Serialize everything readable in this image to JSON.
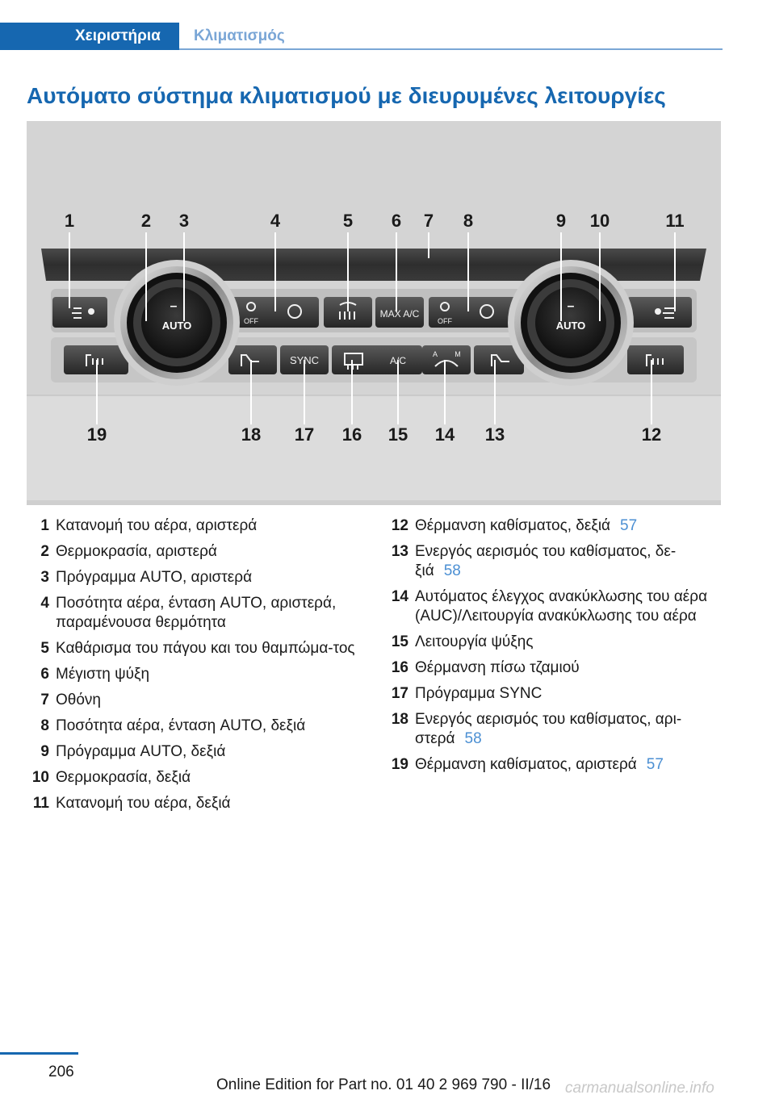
{
  "header": {
    "tab_active": "Χειριστήρια",
    "tab_inactive": "Κλιματισμός"
  },
  "title": "Αυτόματο σύστημα κλιματισμού με διευρυμένες λειτουργίες",
  "figure": {
    "callouts_top": [
      "1",
      "2",
      "3",
      "4",
      "5",
      "6",
      "7",
      "8",
      "9",
      "10",
      "11"
    ],
    "callouts_bottom": [
      "19",
      "18",
      "17",
      "16",
      "15",
      "14",
      "13",
      "12"
    ],
    "labels": {
      "auto_left": "AUTO",
      "auto_right": "AUTO",
      "off_left": "OFF",
      "off_right": "OFF",
      "max_ac": "MAX A/C",
      "sync": "SYNC",
      "ac": "A/C",
      "a_left": "A",
      "m_right": "M",
      "minus_left": "–",
      "minus_right": "–"
    }
  },
  "legend_left": [
    {
      "num": "1",
      "text": "Κατανομή του αέρα, αριστερά",
      "ref": ""
    },
    {
      "num": "2",
      "text": "Θερμοκρασία, αριστερά",
      "ref": ""
    },
    {
      "num": "3",
      "text": "Πρόγραμμα AUTO, αριστερά",
      "ref": ""
    },
    {
      "num": "4",
      "text": "Ποσότητα αέρα, ένταση AUTO, αριστερά, παραμένουσα θερμότητα",
      "ref": ""
    },
    {
      "num": "5",
      "text": "Καθάρισμα του πάγου και του θαμπώμα‐τος",
      "ref": ""
    },
    {
      "num": "6",
      "text": "Μέγιστη ψύξη",
      "ref": ""
    },
    {
      "num": "7",
      "text": "Οθόνη",
      "ref": ""
    },
    {
      "num": "8",
      "text": "Ποσότητα αέρα, ένταση AUTO, δεξιά",
      "ref": ""
    },
    {
      "num": "9",
      "text": "Πρόγραμμα AUTO, δεξιά",
      "ref": ""
    },
    {
      "num": "10",
      "text": "Θερμοκρασία, δεξιά",
      "ref": ""
    },
    {
      "num": "11",
      "text": "Κατανομή του αέρα, δεξιά",
      "ref": ""
    }
  ],
  "legend_right": [
    {
      "num": "12",
      "text": "Θέρμανση καθίσματος, δεξιά",
      "ref": "57"
    },
    {
      "num": "13",
      "text": "Ενεργός αερισμός του καθίσματος, δε‐ξιά",
      "ref": "58"
    },
    {
      "num": "14",
      "text": "Αυτόματος έλεγχος ανακύκλωσης του αέρα (AUC)/Λειτουργία ανακύκλωσης του αέρα",
      "ref": ""
    },
    {
      "num": "15",
      "text": "Λειτουργία ψύξης",
      "ref": ""
    },
    {
      "num": "16",
      "text": "Θέρμανση πίσω τζαμιού",
      "ref": ""
    },
    {
      "num": "17",
      "text": "Πρόγραμμα SYNC",
      "ref": ""
    },
    {
      "num": "18",
      "text": "Ενεργός αερισμός του καθίσματος, αρι‐στερά",
      "ref": "58"
    },
    {
      "num": "19",
      "text": "Θέρμανση καθίσματος, αριστερά",
      "ref": "57"
    }
  ],
  "footer": {
    "page_number": "206",
    "edition": "Online Edition for Part no. 01 40 2 969 790 - II/16",
    "watermark": "carmanualsonline.info"
  }
}
